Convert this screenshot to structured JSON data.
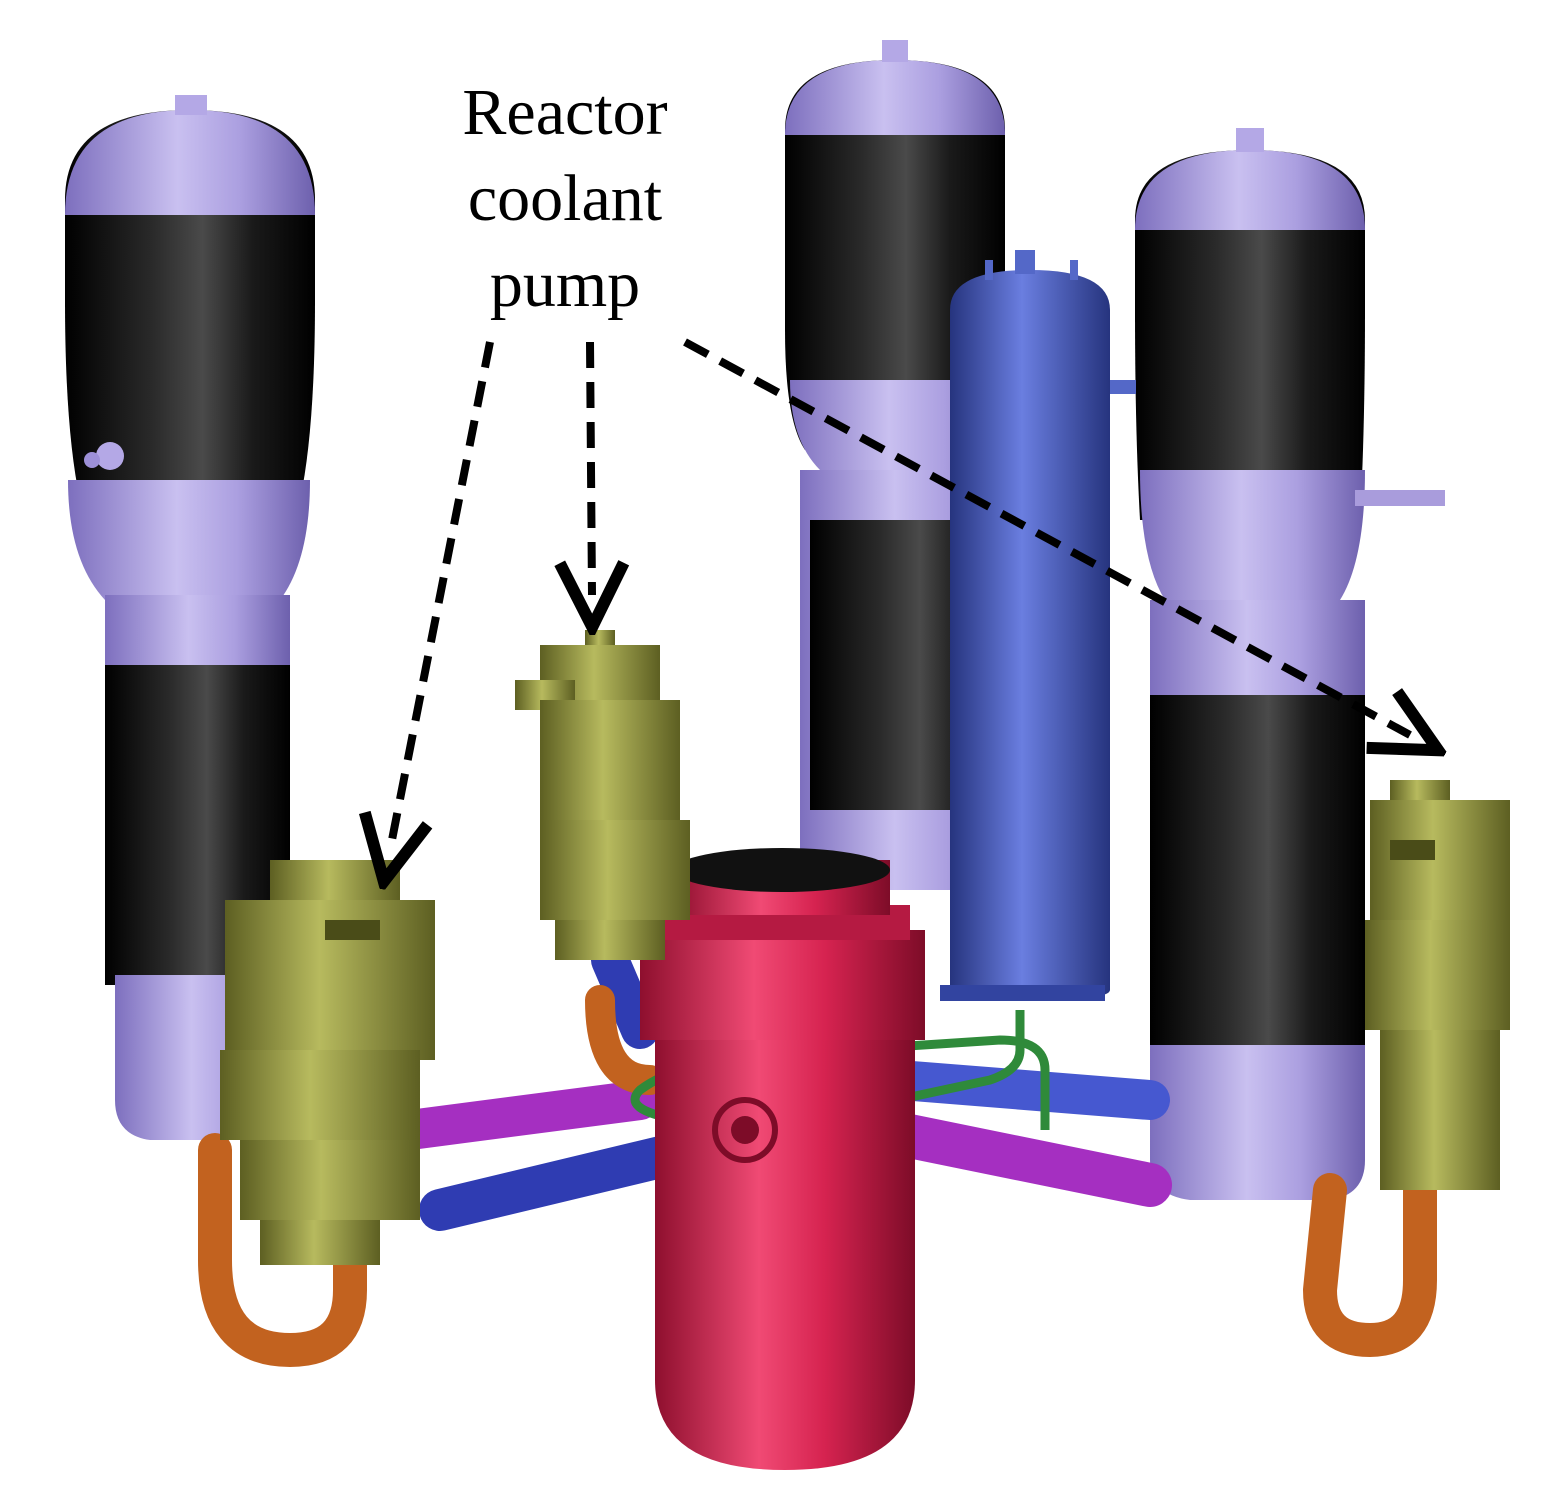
{
  "label": {
    "lines": [
      "Reactor",
      "coolant",
      "pump"
    ]
  },
  "colors": {
    "tank_body": "#0d0d0d",
    "tank_cap": "#a99cdc",
    "pump": "#8f9240",
    "reactor_vessel": "#d21f4a",
    "pressurizer": "#3f54b8",
    "hot_leg": "#a52fc1",
    "cold_leg": "#2f3cb2",
    "crossover_pipe": "#c2621f",
    "surge_line": "#2f8a3a",
    "arrow": "#000000"
  },
  "icons": {
    "callout_arrow": "dashed-arrow"
  }
}
